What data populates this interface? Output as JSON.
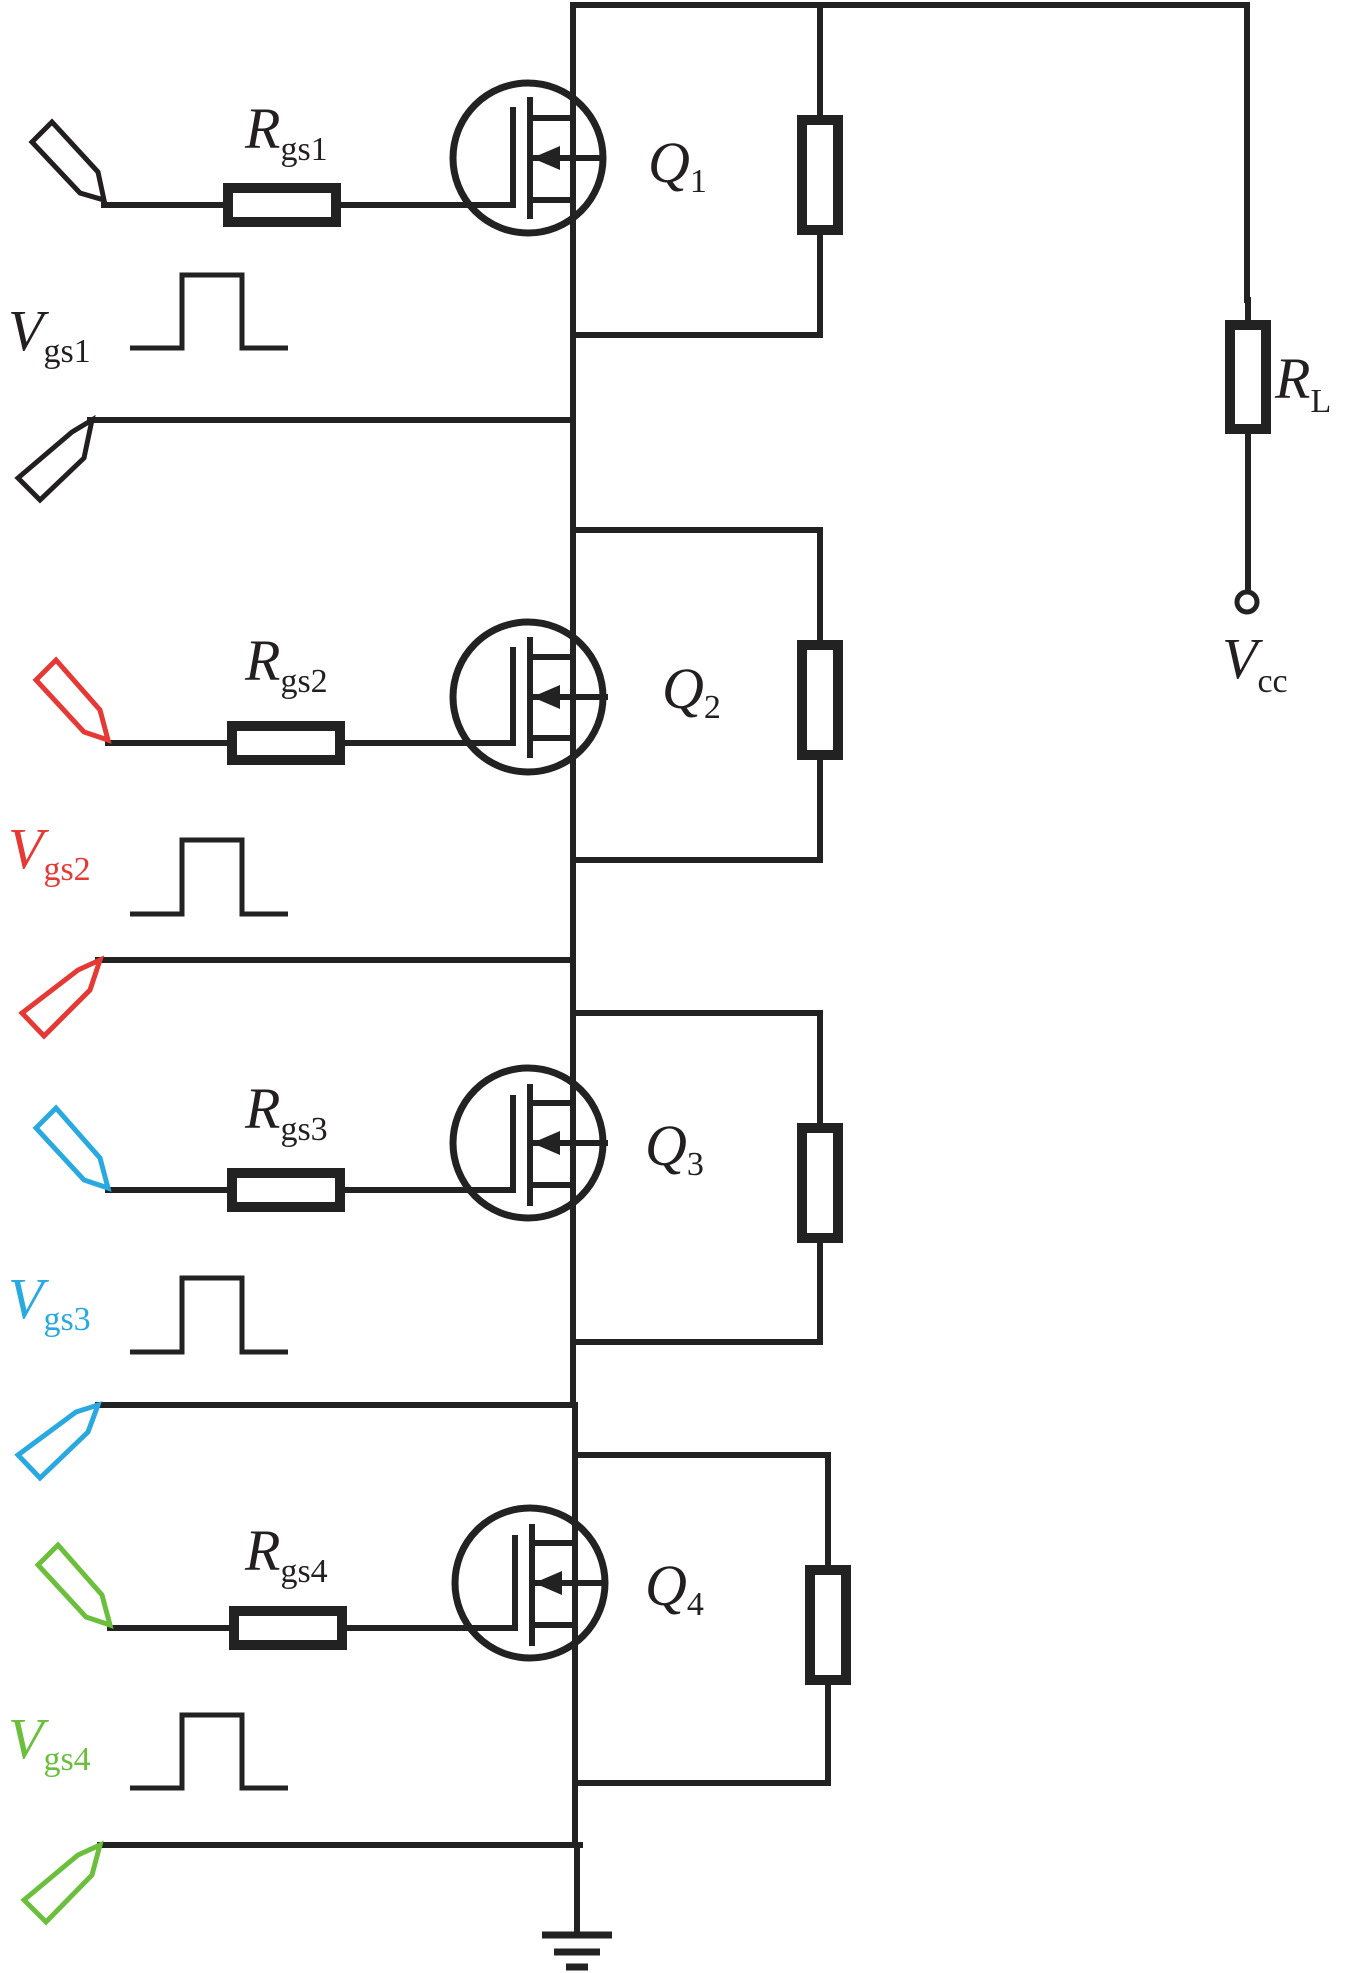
{
  "colors": {
    "wire": "#222222",
    "stage1": "#231f20",
    "stage2": "#e53935",
    "stage3": "#29a9e0",
    "stage4": "#6cbf3c"
  },
  "labels": {
    "q1": {
      "main": "Q",
      "sub": "1"
    },
    "q2": {
      "main": "Q",
      "sub": "2"
    },
    "q3": {
      "main": "Q",
      "sub": "3"
    },
    "q4": {
      "main": "Q",
      "sub": "4"
    },
    "rgs1": {
      "main": "R",
      "sub": "gs1"
    },
    "rgs2": {
      "main": "R",
      "sub": "gs2"
    },
    "rgs3": {
      "main": "R",
      "sub": "gs3"
    },
    "rgs4": {
      "main": "R",
      "sub": "gs4"
    },
    "vgs1": {
      "main": "V",
      "sub": "gs1"
    },
    "vgs2": {
      "main": "V",
      "sub": "gs2"
    },
    "vgs3": {
      "main": "V",
      "sub": "gs3"
    },
    "vgs4": {
      "main": "V",
      "sub": "gs4"
    },
    "rl": {
      "main": "R",
      "sub": "L"
    },
    "vcc": {
      "main": "V",
      "sub": "cc"
    }
  }
}
